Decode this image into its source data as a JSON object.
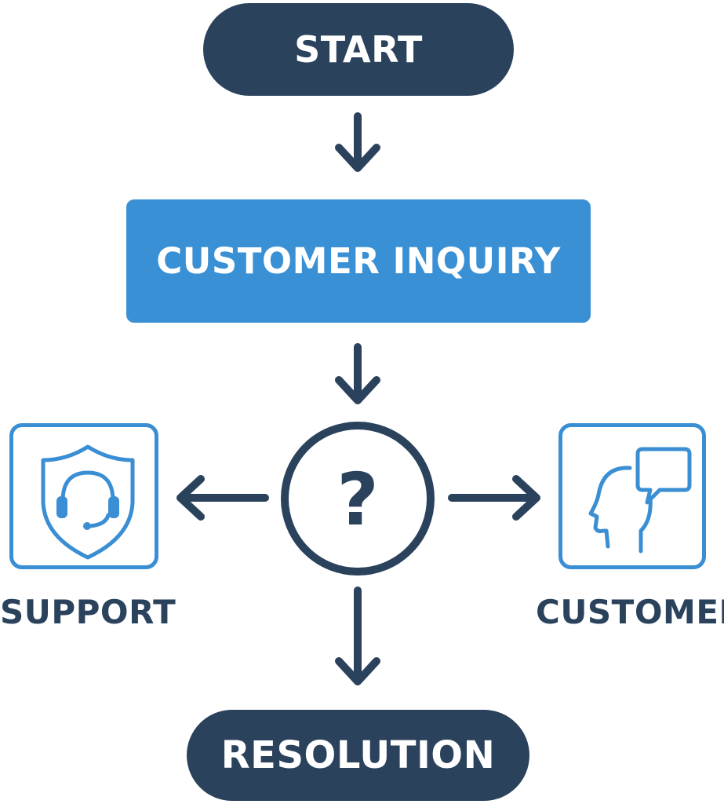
{
  "colors": {
    "navy": "#2b425d",
    "blue": "#3990d4",
    "icon_blue": "#3a8ed3"
  },
  "nodes": {
    "start": {
      "label": "START"
    },
    "inquiry": {
      "label": "CUSTOMER INQUIRY"
    },
    "decision": {
      "symbol": "?"
    },
    "support": {
      "label": "SUPPORT",
      "icon": "headset-shield-icon"
    },
    "customer": {
      "label": "CUSTOMER",
      "icon": "speaking-head-icon"
    },
    "resolution": {
      "label": "RESOLUTION"
    }
  }
}
